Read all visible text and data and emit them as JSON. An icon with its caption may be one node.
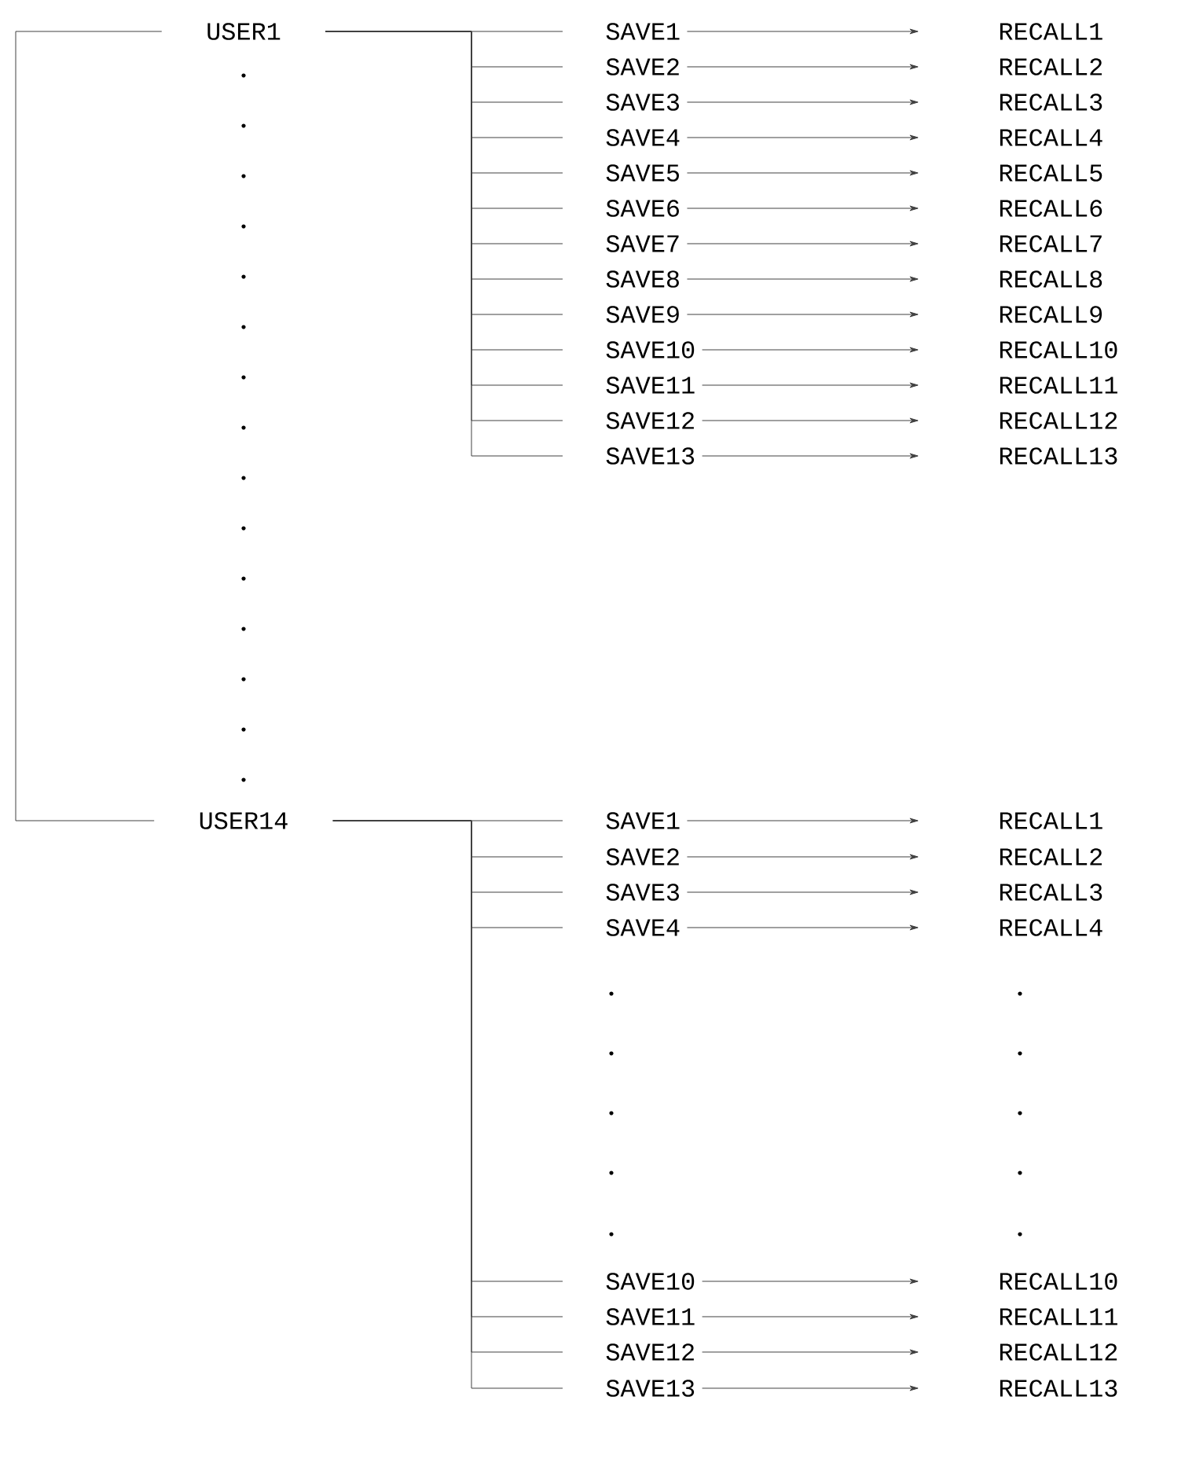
{
  "diagram": {
    "nodes": [
      {
        "text": [
          "USER1"
        ]
      },
      {
        "text": [
          "SAVE1"
        ]
      },
      {
        "text": [
          "RECALL1"
        ]
      },
      {
        "text": [
          "SAVE2"
        ]
      },
      {
        "text": [
          "RECALL2"
        ]
      },
      {
        "text": [
          "SAVE3"
        ]
      },
      {
        "text": [
          "RECALL3"
        ]
      },
      {
        "text": [
          "SAVE4"
        ]
      },
      {
        "text": [
          "RECALL4"
        ]
      },
      {
        "text": [
          "SAVE5"
        ]
      },
      {
        "text": [
          "RECALL5"
        ]
      },
      {
        "text": [
          "SAVE6"
        ]
      },
      {
        "text": [
          "RECALL6"
        ]
      },
      {
        "text": [
          "SAVE7"
        ]
      },
      {
        "text": [
          "RECALL7"
        ]
      },
      {
        "text": [
          "SAVE8"
        ]
      },
      {
        "text": [
          "RECALL8"
        ]
      },
      {
        "text": [
          "SAVE9"
        ]
      },
      {
        "text": [
          "RECALL9"
        ]
      },
      {
        "text": [
          "SAVE10"
        ]
      },
      {
        "text": [
          "RECALL10"
        ]
      },
      {
        "text": [
          "SAVE11"
        ]
      },
      {
        "text": [
          "RECALL11"
        ]
      },
      {
        "text": [
          "SAVE12"
        ]
      },
      {
        "text": [
          "RECALL12"
        ]
      },
      {
        "text": [
          "SAVE13"
        ]
      },
      {
        "text": [
          "RECALL13"
        ]
      },
      {
        "text": [
          "USER14"
        ]
      },
      {
        "text": [
          "SAVE1"
        ]
      },
      {
        "text": [
          "RECALL1"
        ]
      },
      {
        "text": [
          "SAVE2"
        ]
      },
      {
        "text": [
          "RECALL2"
        ]
      },
      {
        "text": [
          "SAVE3"
        ]
      },
      {
        "text": [
          "RECALL3"
        ]
      },
      {
        "text": [
          "SAVE4"
        ]
      },
      {
        "text": [
          "RECALL4"
        ]
      },
      {
        "text": [
          "SAVE10"
        ]
      },
      {
        "text": [
          "RECALL10"
        ]
      },
      {
        "text": [
          "SAVE11"
        ]
      },
      {
        "text": [
          "RECALL11"
        ]
      },
      {
        "text": [
          "SAVE12"
        ]
      },
      {
        "text": [
          "RECALL12"
        ]
      },
      {
        "text": [
          "SAVE13"
        ]
      },
      {
        "text": [
          "RECALL13"
        ]
      }
    ],
    "edges": [
      {
        "from": 0,
        "to": 27,
        "arrow": "none"
      },
      {
        "from": 0,
        "to": 1,
        "arrow": "none"
      },
      {
        "from": 1,
        "to": 2,
        "arrow": "to"
      },
      {
        "from": 0,
        "to": 3,
        "arrow": "none"
      },
      {
        "from": 3,
        "to": 4,
        "arrow": "to"
      },
      {
        "from": 0,
        "to": 5,
        "arrow": "none"
      },
      {
        "from": 5,
        "to": 6,
        "arrow": "to"
      },
      {
        "from": 0,
        "to": 7,
        "arrow": "none"
      },
      {
        "from": 7,
        "to": 8,
        "arrow": "to"
      },
      {
        "from": 0,
        "to": 9,
        "arrow": "none"
      },
      {
        "from": 9,
        "to": 10,
        "arrow": "to"
      },
      {
        "from": 0,
        "to": 11,
        "arrow": "none"
      },
      {
        "from": 11,
        "to": 12,
        "arrow": "to"
      },
      {
        "from": 0,
        "to": 13,
        "arrow": "none"
      },
      {
        "from": 13,
        "to": 14,
        "arrow": "to"
      },
      {
        "from": 0,
        "to": 15,
        "arrow": "none"
      },
      {
        "from": 15,
        "to": 16,
        "arrow": "to"
      },
      {
        "from": 0,
        "to": 17,
        "arrow": "none"
      },
      {
        "from": 17,
        "to": 18,
        "arrow": "to"
      },
      {
        "from": 0,
        "to": 19,
        "arrow": "none"
      },
      {
        "from": 19,
        "to": 20,
        "arrow": "to"
      },
      {
        "from": 0,
        "to": 21,
        "arrow": "none"
      },
      {
        "from": 21,
        "to": 22,
        "arrow": "to"
      },
      {
        "from": 0,
        "to": 23,
        "arrow": "none"
      },
      {
        "from": 23,
        "to": 24,
        "arrow": "to"
      },
      {
        "from": 0,
        "to": 25,
        "arrow": "none"
      },
      {
        "from": 25,
        "to": 26,
        "arrow": "to"
      },
      {
        "from": 27,
        "to": 28,
        "arrow": "none"
      },
      {
        "from": 28,
        "to": 29,
        "arrow": "to"
      },
      {
        "from": 27,
        "to": 30,
        "arrow": "none"
      },
      {
        "from": 30,
        "to": 31,
        "arrow": "to"
      },
      {
        "from": 27,
        "to": 32,
        "arrow": "none"
      },
      {
        "from": 32,
        "to": 33,
        "arrow": "to"
      },
      {
        "from": 27,
        "to": 34,
        "arrow": "none"
      },
      {
        "from": 34,
        "to": 35,
        "arrow": "to"
      },
      {
        "from": 27,
        "to": 36,
        "arrow": "none"
      },
      {
        "from": 36,
        "to": 37,
        "arrow": "to"
      },
      {
        "from": 27,
        "to": 38,
        "arrow": "none"
      },
      {
        "from": 38,
        "to": 39,
        "arrow": "to"
      },
      {
        "from": 27,
        "to": 40,
        "arrow": "none"
      },
      {
        "from": 40,
        "to": 41,
        "arrow": "to"
      },
      {
        "from": 27,
        "to": 42,
        "arrow": "none"
      },
      {
        "from": 42,
        "to": 43,
        "arrow": "to"
      }
    ]
  }
}
